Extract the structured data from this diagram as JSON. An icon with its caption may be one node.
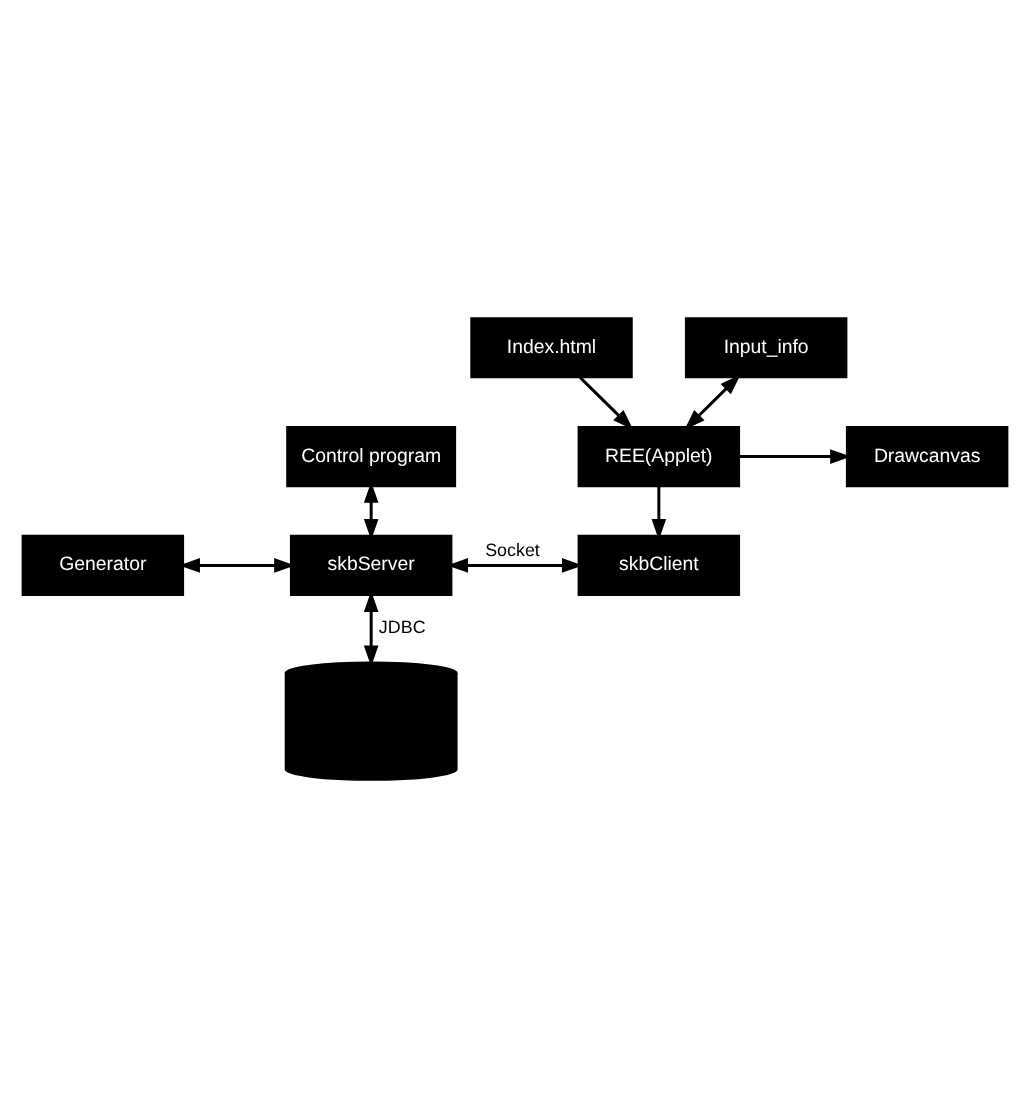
{
  "diagram": {
    "nodes": [
      {
        "text": [
          "Index.html"
        ]
      },
      {
        "text": [
          "Drawcanvas"
        ]
      },
      {
        "text": [
          "REE(Applet)"
        ]
      },
      {
        "text": [
          "Input_info"
        ]
      },
      {
        "text": [
          "Generator"
        ]
      },
      {
        "text": [
          "skbServer"
        ]
      },
      {
        "text": [
          "skbClient"
        ]
      },
      {
        "text": [
          "Control program"
        ]
      },
      {
        "text": [],
        "shape": "cylinder"
      }
    ],
    "edges": [
      {
        "from": 0,
        "to": 2,
        "arrow": "to"
      },
      {
        "from": 2,
        "to": 1,
        "arrow": "to"
      },
      {
        "from": 3,
        "to": 2,
        "arrow": "both"
      },
      {
        "from": 2,
        "to": 6,
        "arrow": "to"
      },
      {
        "from": 4,
        "to": 5,
        "arrow": "both"
      },
      {
        "from": 5,
        "to": 6,
        "arrow": "both",
        "label": "Socket"
      },
      {
        "from": 7,
        "to": 5,
        "arrow": "both"
      },
      {
        "from": 5,
        "to": 8,
        "arrow": "both",
        "label": "JDBC"
      }
    ]
  }
}
